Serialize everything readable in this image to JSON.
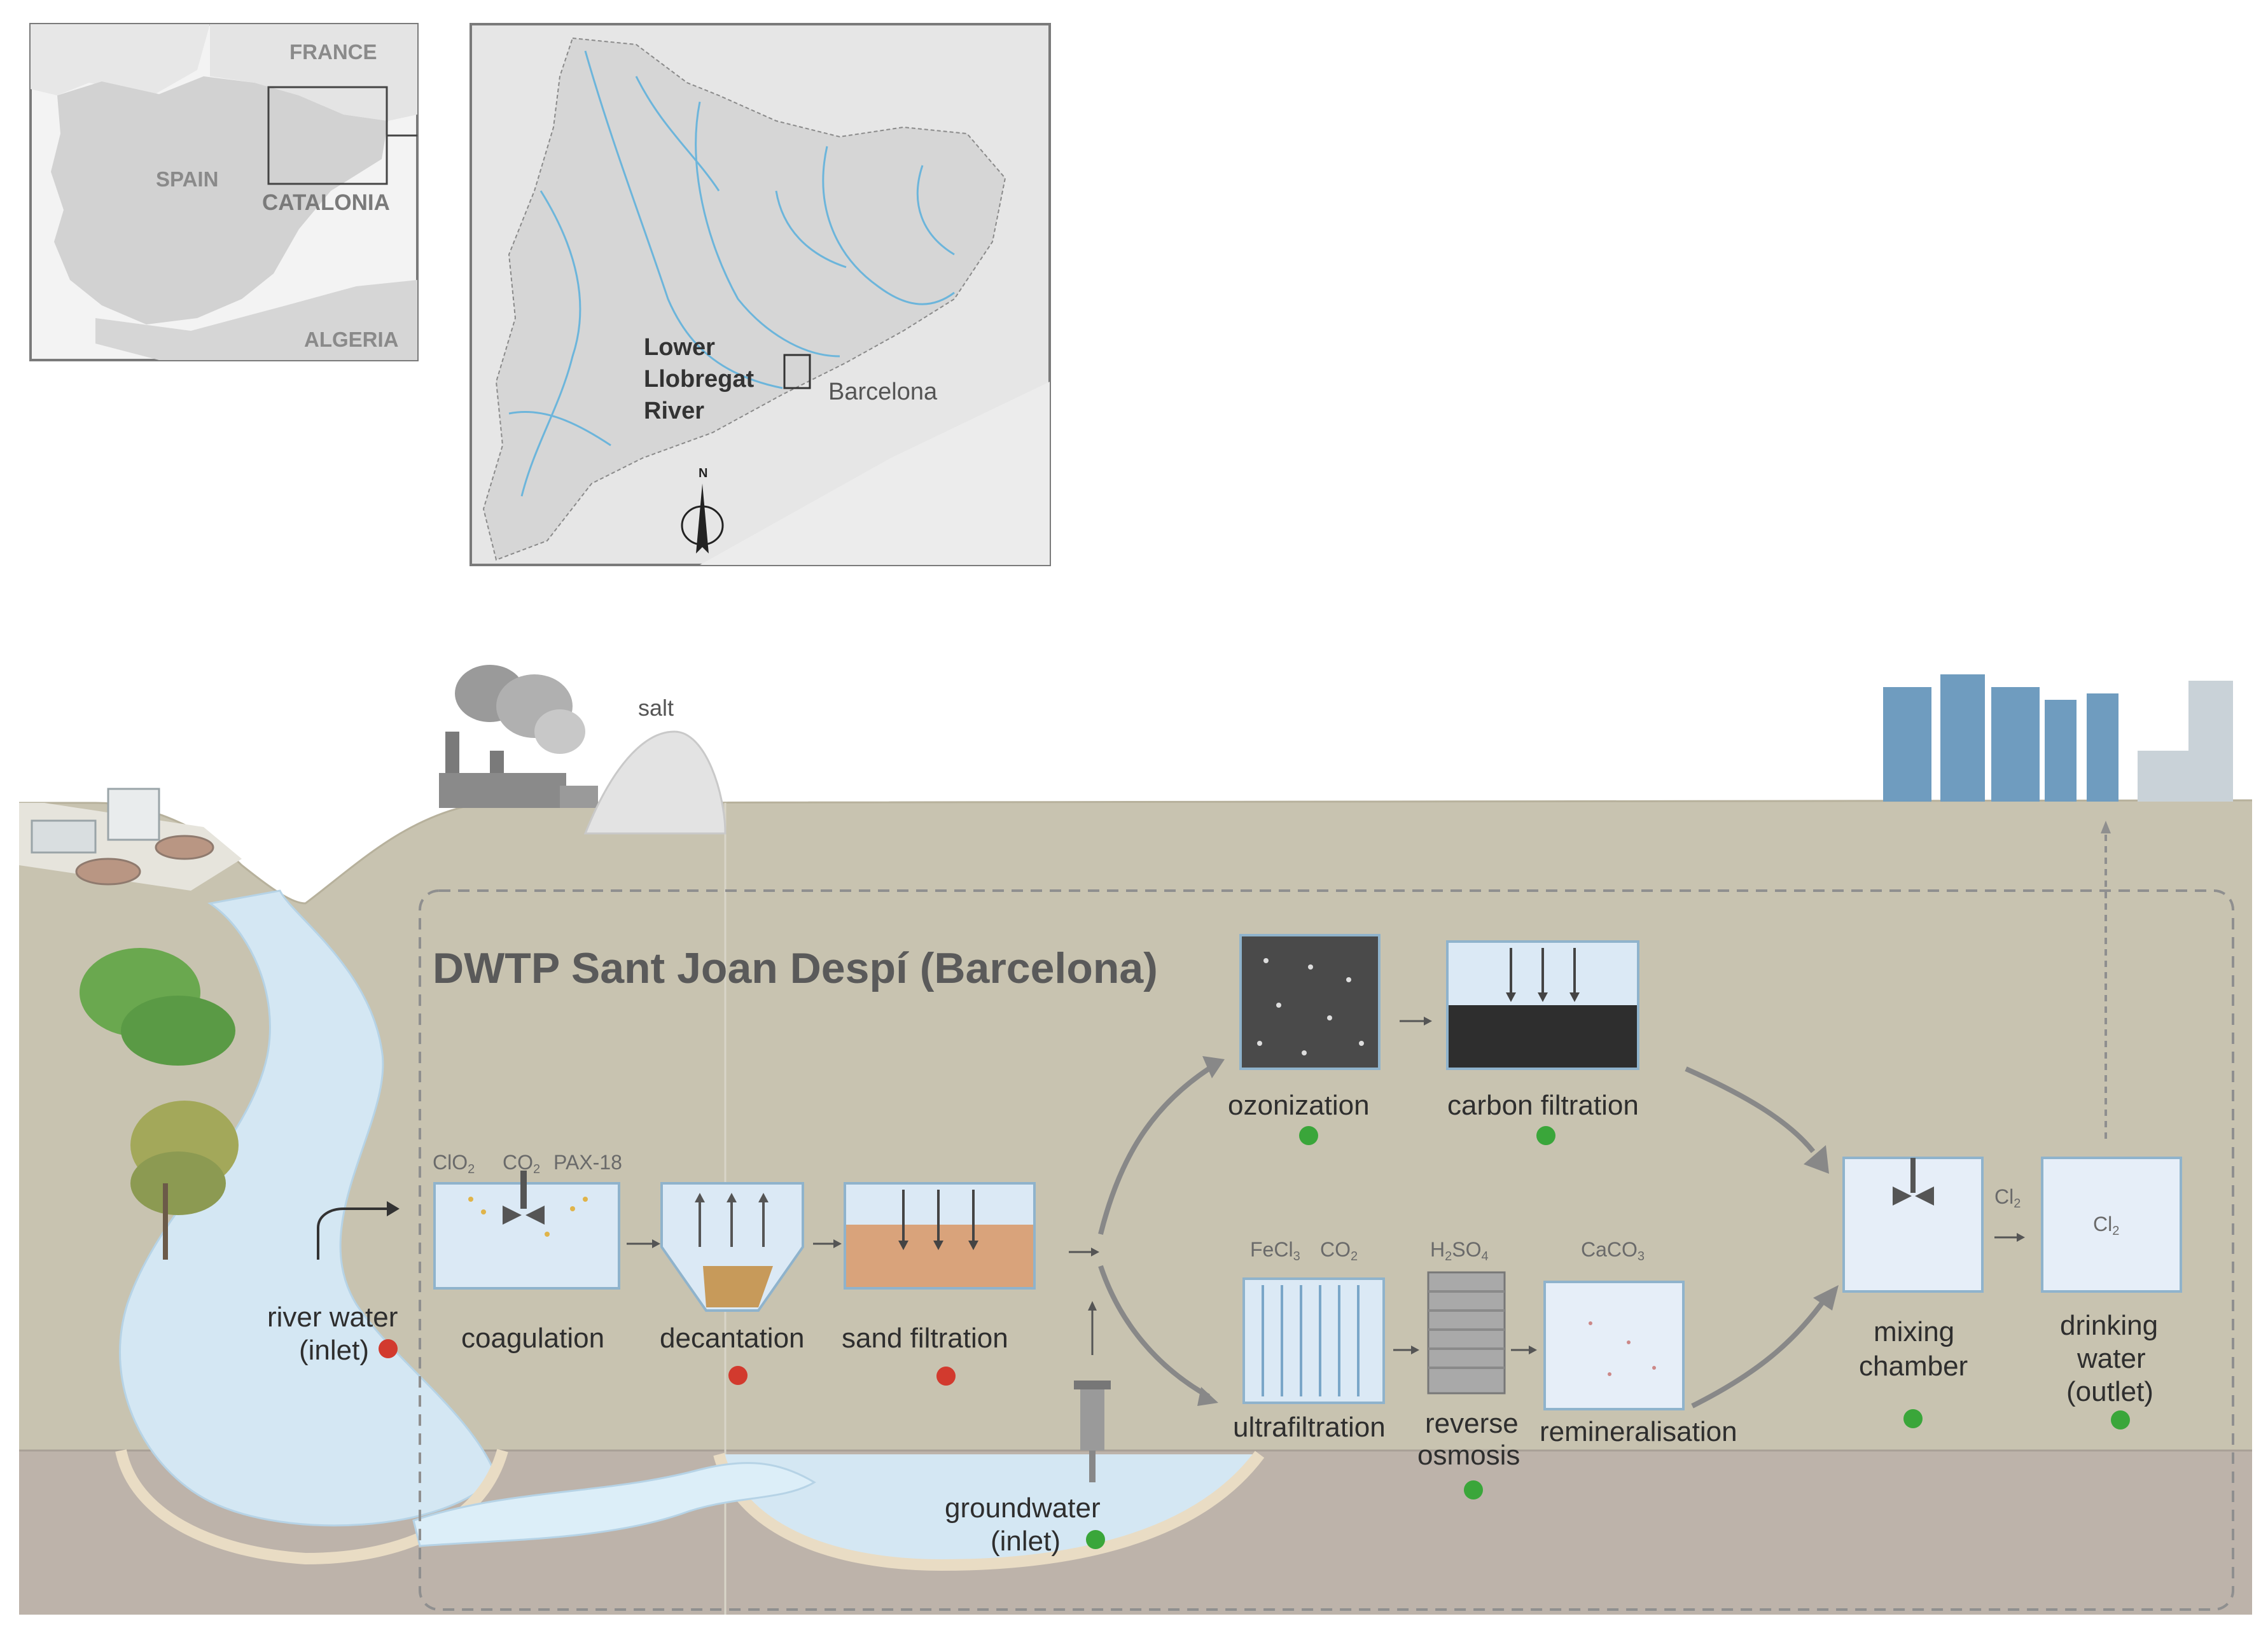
{
  "inset_map": {
    "countries": [
      "FRANCE",
      "SPAIN",
      "CATALONIA",
      "ALGERIA"
    ]
  },
  "catalonia_map": {
    "river_label_lines": [
      "Lower",
      "Llobregat",
      "River"
    ],
    "city_label": "Barcelona",
    "north_label": "N"
  },
  "landscape": {
    "salt_label": "salt"
  },
  "plant": {
    "title": "DWTP Sant Joan Despí (Barcelona)",
    "chemicals": {
      "clo2": "ClO",
      "clo2_sub": "2",
      "co2": "CO",
      "co2_sub": "2",
      "pax": "PAX-18",
      "fecl3": "FeCl",
      "fecl3_sub": "3",
      "co2_b": "CO",
      "co2_b_sub": "2",
      "h2so4_a": "H",
      "h2so4_sub1": "2",
      "h2so4_b": "SO",
      "h2so4_sub2": "4",
      "caco3": "CaCO",
      "caco3_sub": "3",
      "cl2_arrow": "Cl",
      "cl2_arrow_sub": "2",
      "cl2_tank": "Cl",
      "cl2_tank_sub": "2"
    },
    "steps": {
      "river_inlet": [
        "river water",
        "(inlet)"
      ],
      "coagulation": "coagulation",
      "decantation": "decantation",
      "sand_filtration": "sand filtration",
      "groundwater": [
        "groundwater",
        "(inlet)"
      ],
      "ozonization": "ozonization",
      "carbon_filtration": "carbon filtration",
      "ultrafiltration": "ultrafiltration",
      "reverse_osmosis": [
        "reverse",
        "osmosis"
      ],
      "remineralisation": "remineralisation",
      "mixing_chamber": [
        "mixing",
        "chamber"
      ],
      "drinking_water": [
        "drinking",
        "water",
        "(outlet)"
      ]
    }
  },
  "colors": {
    "ground": "#c8c3b0",
    "subsoil": "#bdb3aa",
    "water": "#d4e7f3",
    "red_marker": "#d23a2e",
    "green_marker": "#3aa63a",
    "map_river": "#5ab0dc",
    "city_building": "#6f9cbf"
  }
}
